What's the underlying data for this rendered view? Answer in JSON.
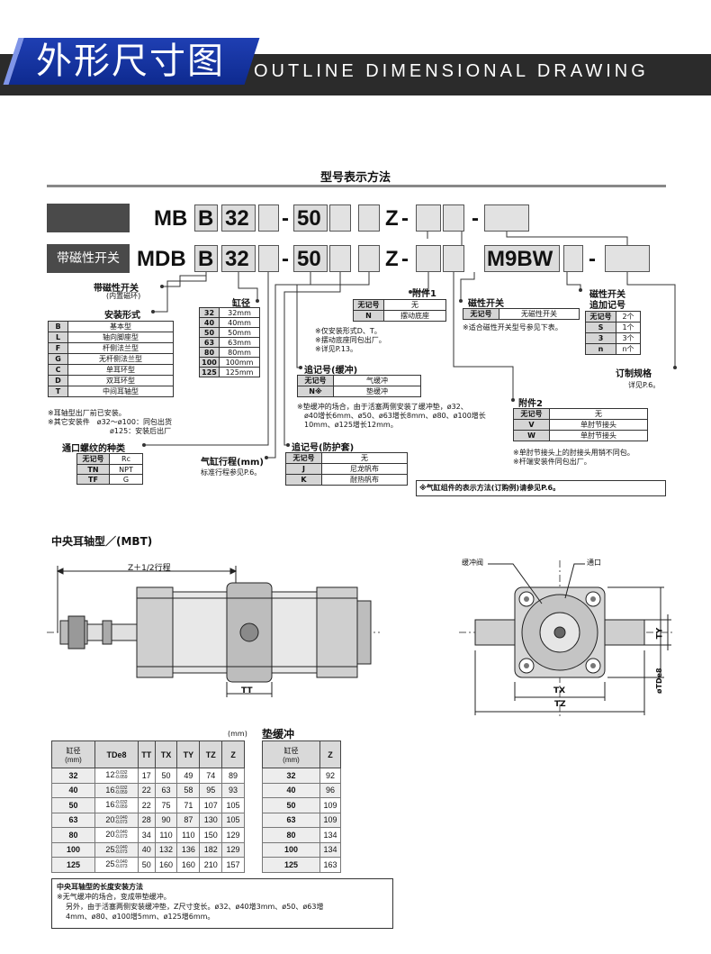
{
  "header": {
    "title_cn": "外形尺寸图",
    "title_en": "OUTLINE DIMENSIONAL DRAWING"
  },
  "model": {
    "section_title": "型号表示方法",
    "row1": {
      "prefix": "MB",
      "b": "B",
      "bore": "32",
      "dash": "-",
      "stroke": "50",
      "z": "Z",
      "dash2": "-",
      "dash3": "-"
    },
    "row2": {
      "label": "带磁性开关",
      "prefix": "MDB",
      "b": "B",
      "bore": "32",
      "dash": "-",
      "stroke": "50",
      "z": "Z",
      "dash2": "-",
      "switch": "M9BW",
      "dash3": "-"
    },
    "magnet": {
      "title": "带磁性开关",
      "sub": "(内置磁环)"
    },
    "mount": {
      "title": "安装形式",
      "rows": [
        [
          "B",
          "基本型"
        ],
        [
          "L",
          "轴向脚座型"
        ],
        [
          "F",
          "杆侧法兰型"
        ],
        [
          "G",
          "无杆侧法兰型"
        ],
        [
          "C",
          "单耳环型"
        ],
        [
          "D",
          "双耳环型"
        ],
        [
          "T",
          "中间耳轴型"
        ]
      ],
      "note1": "※耳轴型出厂前已安装。",
      "note2": "※其它安装件　ø32～ø100：同包出货",
      "note3": "ø125：安装后出厂"
    },
    "bore": {
      "title": "缸径",
      "rows": [
        [
          "32",
          "32mm"
        ],
        [
          "40",
          "40mm"
        ],
        [
          "50",
          "50mm"
        ],
        [
          "63",
          "63mm"
        ],
        [
          "80",
          "80mm"
        ],
        [
          "100",
          "100mm"
        ],
        [
          "125",
          "125mm"
        ]
      ]
    },
    "port": {
      "title": "通口螺纹的种类",
      "rows": [
        [
          "无记号",
          "Rc"
        ],
        [
          "TN",
          "NPT"
        ],
        [
          "TF",
          "G"
        ]
      ]
    },
    "stroke": {
      "title": "气缸行程(mm)",
      "note": "标准行程参见P.6。"
    },
    "acc1": {
      "title": "附件1",
      "rows": [
        [
          "无记号",
          "无"
        ],
        [
          "N",
          "摆动底座"
        ]
      ],
      "note1": "※仅安装形式D、T。",
      "note2": "※摆动底座同包出厂。",
      "note3": "※详见P.13。"
    },
    "cushion": {
      "title": "追记号(缓冲)",
      "rows": [
        [
          "无记号",
          "气缓冲"
        ],
        [
          "N※",
          "垫缓冲"
        ]
      ],
      "note1": "※垫缓冲的场合，由于活塞两侧安装了缓冲垫，ø32、",
      "note2": "ø40增长6mm、ø50、ø63增长8mm、ø80、ø100增长",
      "note3": "10mm、ø125增长12mm。"
    },
    "boot": {
      "title": "追记号(防护套)",
      "rows": [
        [
          "无记号",
          "无"
        ],
        [
          "J",
          "尼龙帆布"
        ],
        [
          "K",
          "耐热帆布"
        ]
      ]
    },
    "switch": {
      "title": "磁性开关",
      "rows": [
        [
          "无记号",
          "无磁性开关"
        ]
      ],
      "note": "※适合磁性开关型号参见下表。"
    },
    "switch_qty": {
      "title1": "磁性开关",
      "title2": "追加记号",
      "rows": [
        [
          "无记号",
          "2个"
        ],
        [
          "S",
          "1个"
        ],
        [
          "3",
          "3个"
        ],
        [
          "n",
          "n个"
        ]
      ]
    },
    "custom": {
      "title": "订制规格",
      "note": "详见P.6。"
    },
    "acc2": {
      "title": "附件2",
      "rows": [
        [
          "无记号",
          "无"
        ],
        [
          "V",
          "单肘节接头"
        ],
        [
          "W",
          "单肘节接头"
        ]
      ],
      "note1": "※单肘节接头上的肘接头用销不同包。",
      "note2": "※杆端安装件同包出厂。"
    },
    "ref_note": "※气缸组件的表示方法(订购例)请参见P.6。"
  },
  "drawing": {
    "title": "中央耳轴型／(MBT)",
    "label_z": "Z＋1/2行程",
    "label_tt": "TT",
    "label_cushion_valve": "缓冲阀",
    "label_port": "通口",
    "label_tx": "TX",
    "label_tz": "TZ",
    "label_ty": "TY",
    "label_td": "øTDe8"
  },
  "table_main": {
    "unit": "(mm)",
    "headers": [
      "缸径\n(mm)",
      "TDe8",
      "TT",
      "TX",
      "TY",
      "TZ",
      "Z"
    ],
    "rows": [
      [
        "32",
        "12",
        "-0.032",
        "-0.059",
        "17",
        "50",
        "49",
        "74",
        "89"
      ],
      [
        "40",
        "16",
        "-0.032",
        "-0.059",
        "22",
        "63",
        "58",
        "95",
        "93"
      ],
      [
        "50",
        "16",
        "-0.032",
        "-0.059",
        "22",
        "75",
        "71",
        "107",
        "105"
      ],
      [
        "63",
        "20",
        "-0.040",
        "-0.073",
        "28",
        "90",
        "87",
        "130",
        "105"
      ],
      [
        "80",
        "20",
        "-0.040",
        "-0.073",
        "34",
        "110",
        "110",
        "150",
        "129"
      ],
      [
        "100",
        "25",
        "-0.040",
        "-0.073",
        "40",
        "132",
        "136",
        "182",
        "129"
      ],
      [
        "125",
        "25",
        "-0.040",
        "-0.073",
        "50",
        "160",
        "160",
        "210",
        "157"
      ]
    ]
  },
  "table_cushion": {
    "title": "垫缓冲",
    "headers": [
      "缸径\n(mm)",
      "Z"
    ],
    "rows": [
      [
        "32",
        "92"
      ],
      [
        "40",
        "96"
      ],
      [
        "50",
        "109"
      ],
      [
        "63",
        "109"
      ],
      [
        "80",
        "134"
      ],
      [
        "100",
        "134"
      ],
      [
        "125",
        "163"
      ]
    ]
  },
  "footer_note": {
    "title": "中央耳轴型的长度安装方法",
    "line1": "※无气缓冲的场合，变成带垫缓冲。",
    "line2": "另外，由于活塞两侧安装缓冲垫，Z尺寸变长。ø32、ø40增3mm、ø50、ø63增",
    "line3": "4mm、ø80、ø100增5mm、ø125增6mm。"
  }
}
